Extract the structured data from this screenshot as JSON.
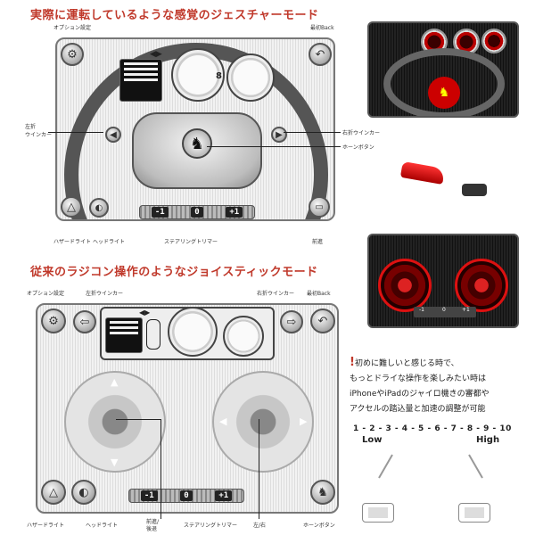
{
  "section1": {
    "heading": "実際に運転しているような感覚のジェスチャーモード",
    "labels": {
      "options": "オプション設定",
      "back": "最初Back",
      "left_blinker": "左折\nウインカー",
      "right_blinker": "右折ウインカー",
      "horn": "ホーンボタン",
      "hazard": "ハザードライト",
      "headlight": "ヘッドライト",
      "steering_trim": "ステアリングトリマー",
      "gear": "前進"
    },
    "trim": [
      "-1",
      "0",
      "+1"
    ],
    "gear_display": "8"
  },
  "section2": {
    "heading": "従来のラジコン操作のようなジョイスティックモード",
    "labels": {
      "options": "オプション設定",
      "left_blinker": "左折ウインカー",
      "right_blinker": "右折ウインカー",
      "back": "最初Back",
      "hazard": "ハザードライト",
      "headlight": "ヘッドライト",
      "throttle": "前進/\n後退",
      "steering_trim": "ステアリングトリマー",
      "steer": "左/右",
      "horn": "ホーンボタン"
    },
    "trim": [
      "-1",
      "0",
      "+1"
    ]
  },
  "thumb_trim": [
    "-1",
    "0",
    "+1"
  ],
  "info": {
    "excl": "!",
    "lines": [
      "初めに難しいと感じる時で、",
      "もっとドライな操作を楽しみたい時は",
      "iPhoneやiPadのジャイロ機きの審都や",
      "アクセルの踏込量と加速の調整が可能"
    ],
    "scale": "1 - 2 - 3 - 4 - 5 - 6 - 7 - 8 - 9 - 10",
    "low": "Low",
    "high": "High"
  },
  "colors": {
    "heading": "#c0392b",
    "accent_red": "#d11111"
  }
}
